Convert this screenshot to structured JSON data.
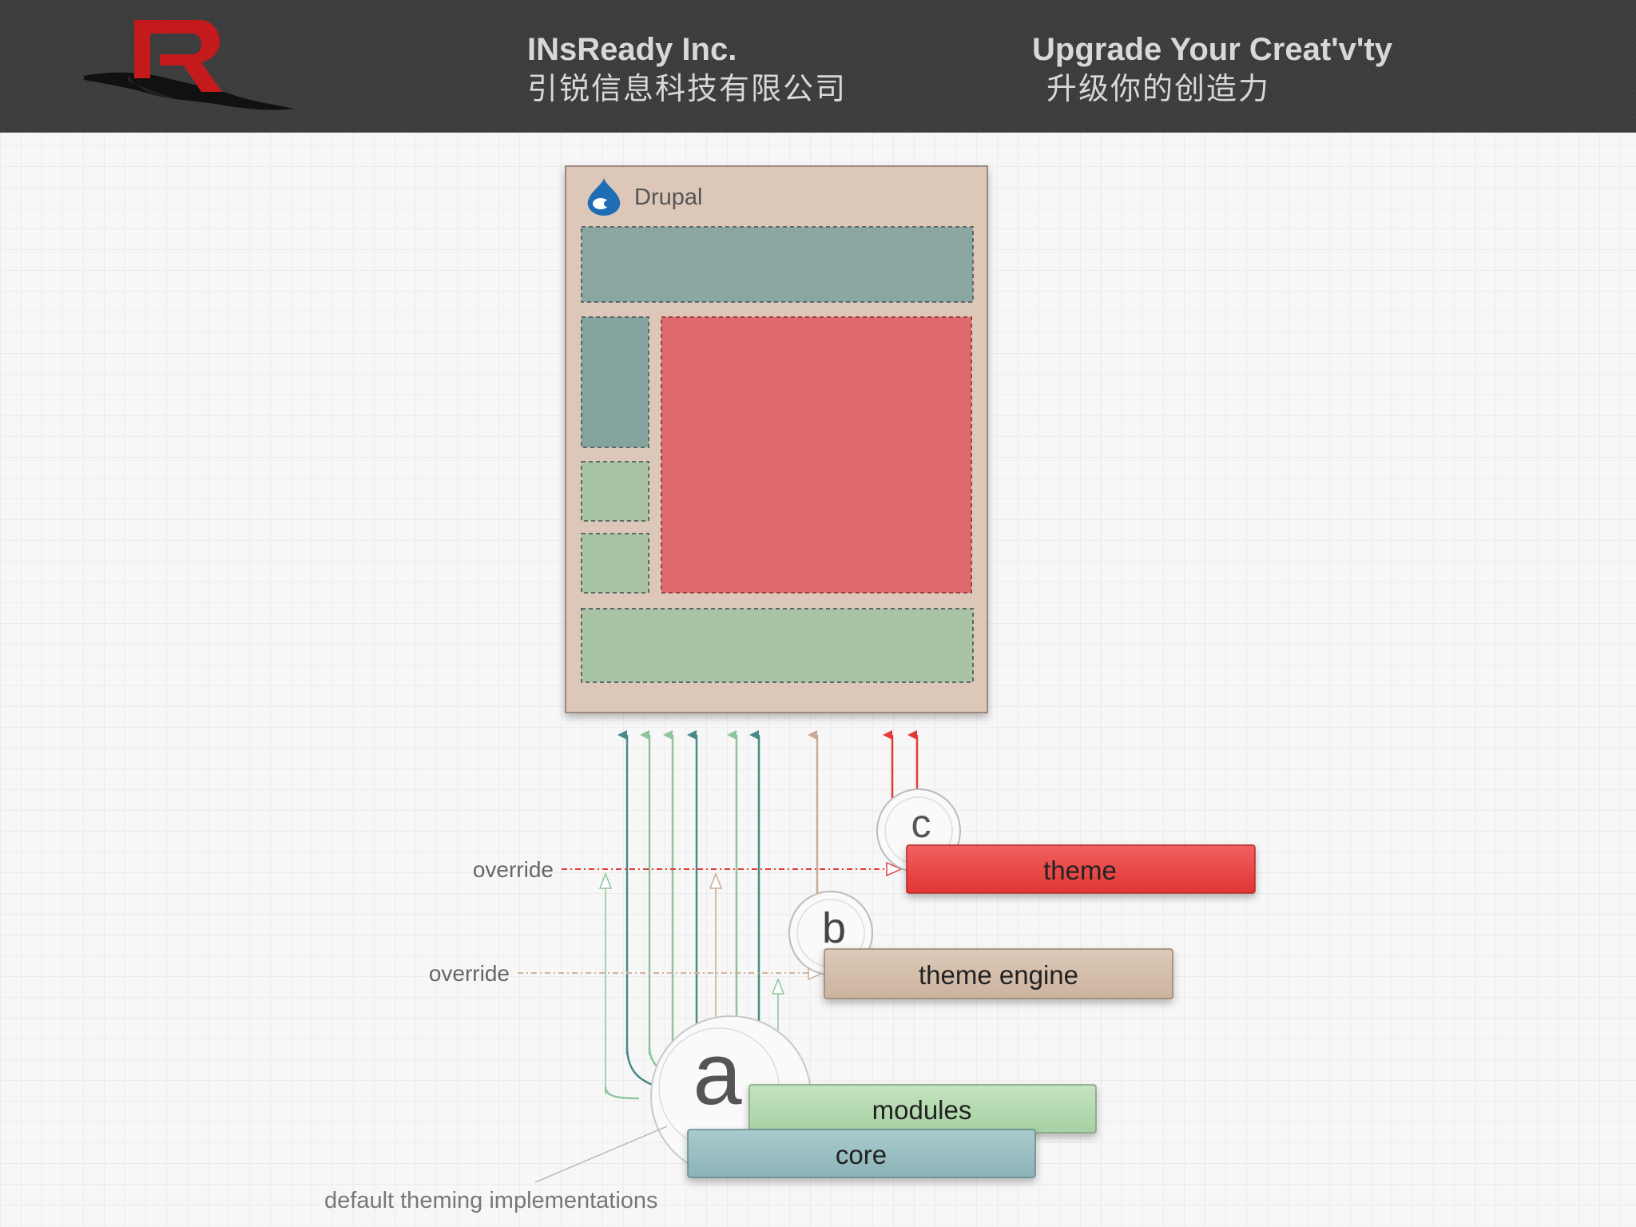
{
  "header": {
    "company_en": "INsReady Inc.",
    "company_cn": "引锐信息科技有限公司",
    "slogan_en": "Upgrade Your Creat'v'ty",
    "slogan_cn": "升级你的创造力",
    "colors": {
      "background": "#3c3c3c",
      "text": "#d8d8d8",
      "logo_red": "#c41a1c"
    }
  },
  "diagram": {
    "page_title": "Drupal",
    "labels": {
      "override_top": "override",
      "override_bottom": "override",
      "default_theming": "default theming implementations"
    },
    "layers": [
      {
        "letter": "c",
        "label": "theme",
        "color": "#e83a3a"
      },
      {
        "letter": "b",
        "label": "theme engine",
        "color": "#d3bca9"
      },
      {
        "letter": "a",
        "label": "modules",
        "color": "#b2d6ae"
      },
      {
        "label": "core",
        "color": "#98bcc0"
      }
    ],
    "colors": {
      "page_bg": "#dcc7b8",
      "header_region": "#8aa7a2",
      "sidebar_teal": "#85a39f",
      "sidebar_green": "#a9c4a4",
      "content": "#e06a6b",
      "footer_region": "#a9c4a4",
      "arrow_teal": "#4a8a86",
      "arrow_green": "#8cc49c",
      "arrow_tan": "#c9ab94",
      "arrow_red": "#e33b3b"
    },
    "icons": [
      "drupal-drop-icon"
    ]
  }
}
